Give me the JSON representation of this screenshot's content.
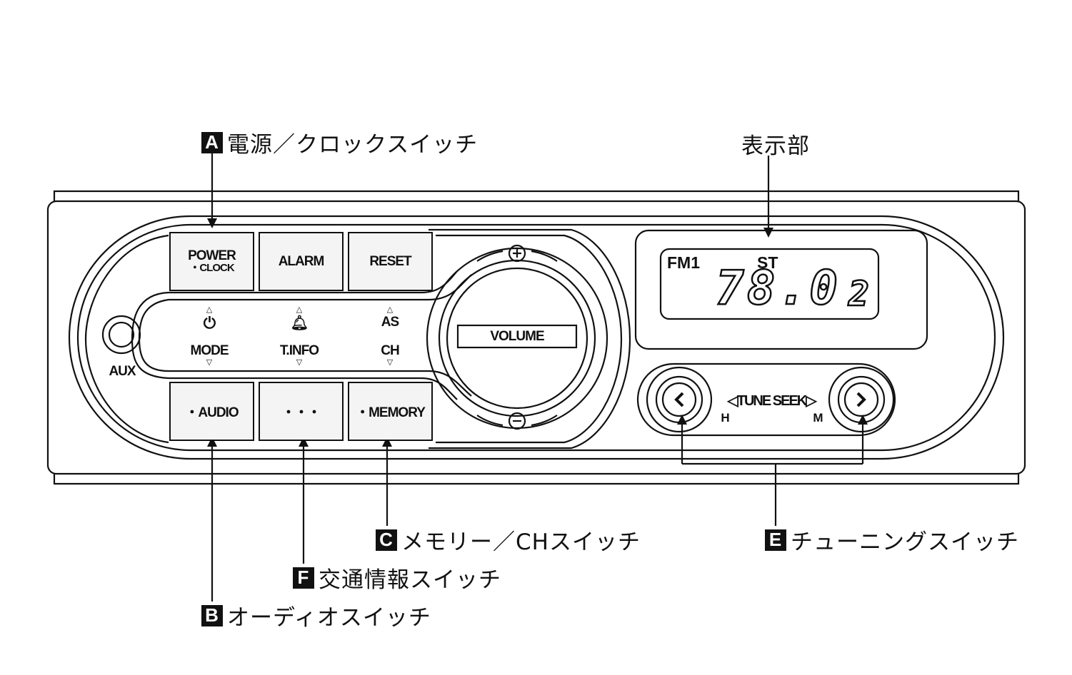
{
  "callouts": {
    "a": {
      "letter": "A",
      "text": "電源／クロックスイッチ"
    },
    "display": {
      "text": "表示部"
    },
    "c": {
      "letter": "C",
      "text": "メモリー／CHスイッチ"
    },
    "e": {
      "letter": "E",
      "text": "チューニングスイッチ"
    },
    "f": {
      "letter": "F",
      "text": "交通情報スイッチ"
    },
    "b": {
      "letter": "B",
      "text": "オーディオスイッチ"
    }
  },
  "buttons": {
    "power": {
      "line1": "POWER",
      "line2": "・CLOCK"
    },
    "alarm": "ALARM",
    "reset": "RESET",
    "audio": "・AUDIO",
    "traffic": "・・・",
    "memory": "・MEMORY"
  },
  "controls": {
    "mode": "MODE",
    "tinfo": "T.INFO",
    "as": "AS",
    "ch": "CH",
    "aux": "AUX",
    "volume": "VOLUME",
    "tune_seek": "◁TUNE SEEK▷",
    "h": "H",
    "m": "M"
  },
  "lcd": {
    "band": "FM1",
    "stereo": "ST",
    "frequency": "78.0",
    "preset": "2"
  },
  "icons": {
    "power": "power-icon",
    "bell": "alarm-bell-icon",
    "vol_up": "plus-icon",
    "vol_down": "minus-icon",
    "seek_left": "chevron-left-icon",
    "seek_right": "chevron-right-icon"
  }
}
